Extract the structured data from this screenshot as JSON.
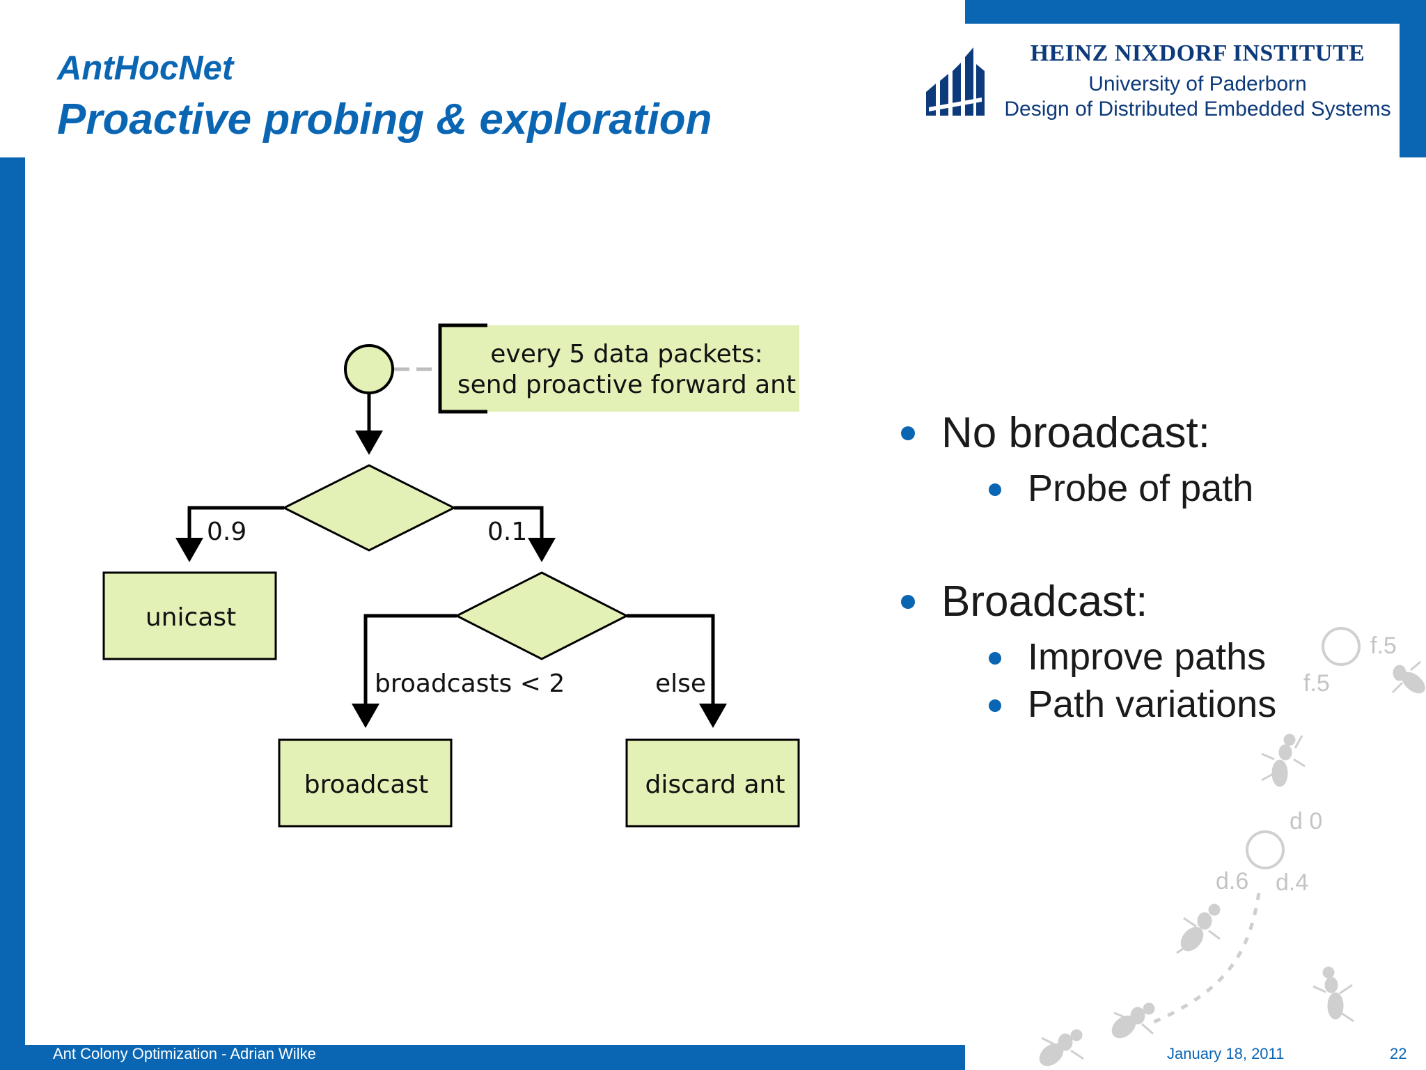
{
  "header": {
    "kicker": "AntHocNet",
    "title": "Proactive probing & exploration"
  },
  "institute": {
    "name": "HEINZ NIXDORF INSTITUTE",
    "university": "University of Paderborn",
    "department": "Design of Distributed Embedded Systems"
  },
  "flowchart": {
    "note_line1": "every 5 data packets:",
    "note_line2": "send proactive forward ant",
    "label_unicast_prob": "0.9",
    "label_broadcast_prob": "0.1",
    "label_condition": "broadcasts < 2",
    "label_else": "else",
    "box_unicast": "unicast",
    "box_broadcast": "broadcast",
    "box_discard": "discard ant"
  },
  "bullets": {
    "item1": "No broadcast:",
    "item1_sub1": "Probe of path",
    "item2": "Broadcast:",
    "item2_sub1": "Improve paths",
    "item2_sub2": "Path variations"
  },
  "decoration": {
    "label_f5a": "f.5",
    "label_f5b": "f.5",
    "label_d0": "d 0",
    "label_d6": "d.6",
    "label_d4": "d.4"
  },
  "footer": {
    "left": "Ant Colony Optimization - Adrian Wilke",
    "date": "January 18, 2011",
    "page": "22"
  },
  "colors": {
    "brand_blue": "#0a66b3",
    "node_fill": "#e3f0b6",
    "institute_navy": "#0d3a7a"
  }
}
